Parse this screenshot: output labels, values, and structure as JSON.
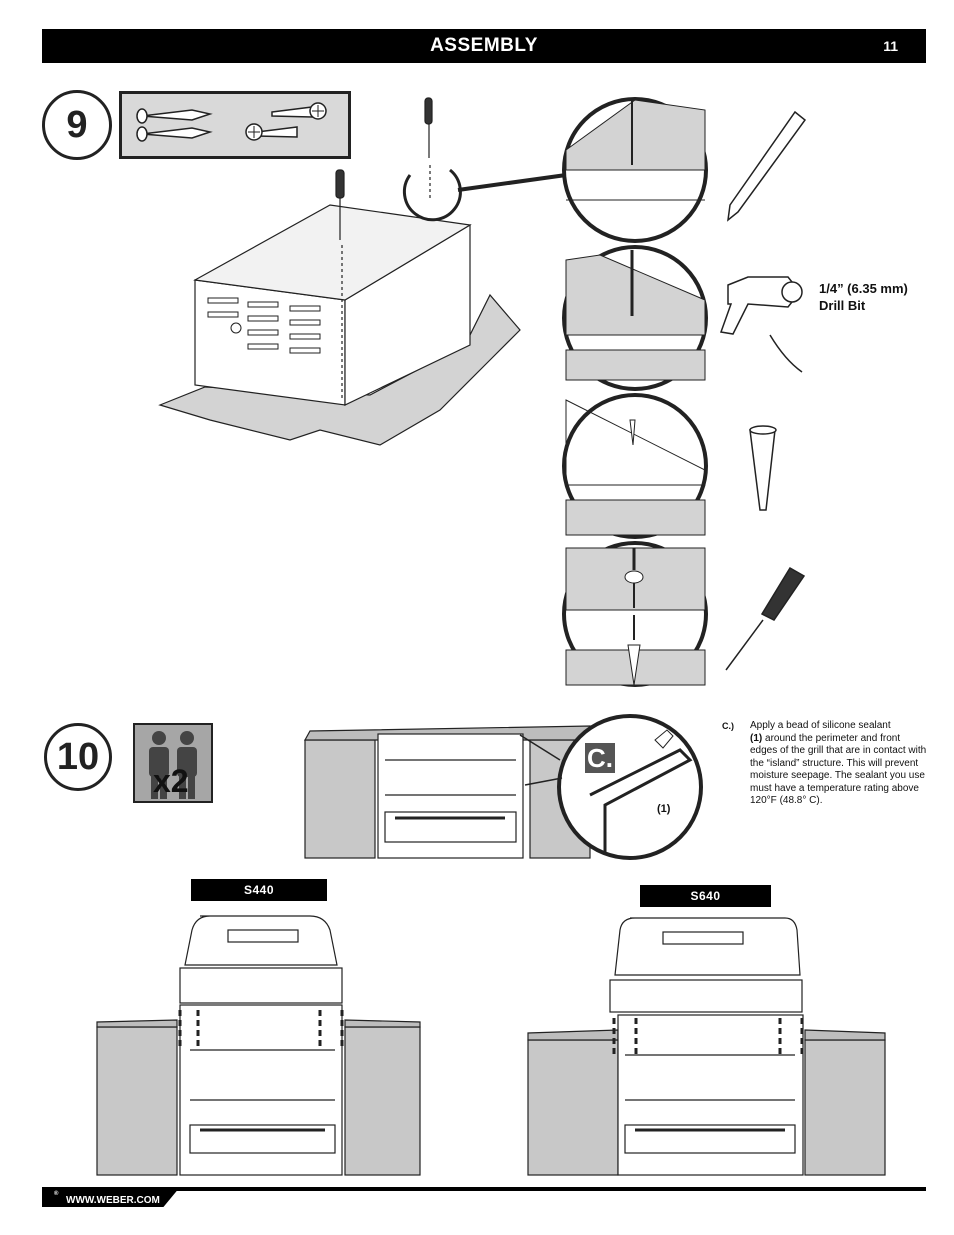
{
  "header": {
    "title": "ASSEMBLY",
    "page_number": "11"
  },
  "steps": {
    "step9": "9",
    "step10": "10"
  },
  "step9": {
    "drill_bit_label_line1": "1/4” (6.35 mm)",
    "drill_bit_label_line2": "Drill Bit"
  },
  "step10": {
    "people_count": "x2",
    "detail_letter": "C.",
    "callout_number": "(1)",
    "note_letter": "C.)",
    "note_text_part1": "Apply a bead of silicone sealant",
    "note_bold": "(1)",
    "note_text_part2": " around the perimeter and front edges of the grill that are in contact with the “island” structure. This will prevent moisture seepage. The sealant you use must have a temperature rating above 120°F (48.8° C).",
    "model_a": "S440",
    "model_b": "S640"
  },
  "footer": {
    "website": "WWW.WEBER.COM",
    "trademark": "®"
  }
}
